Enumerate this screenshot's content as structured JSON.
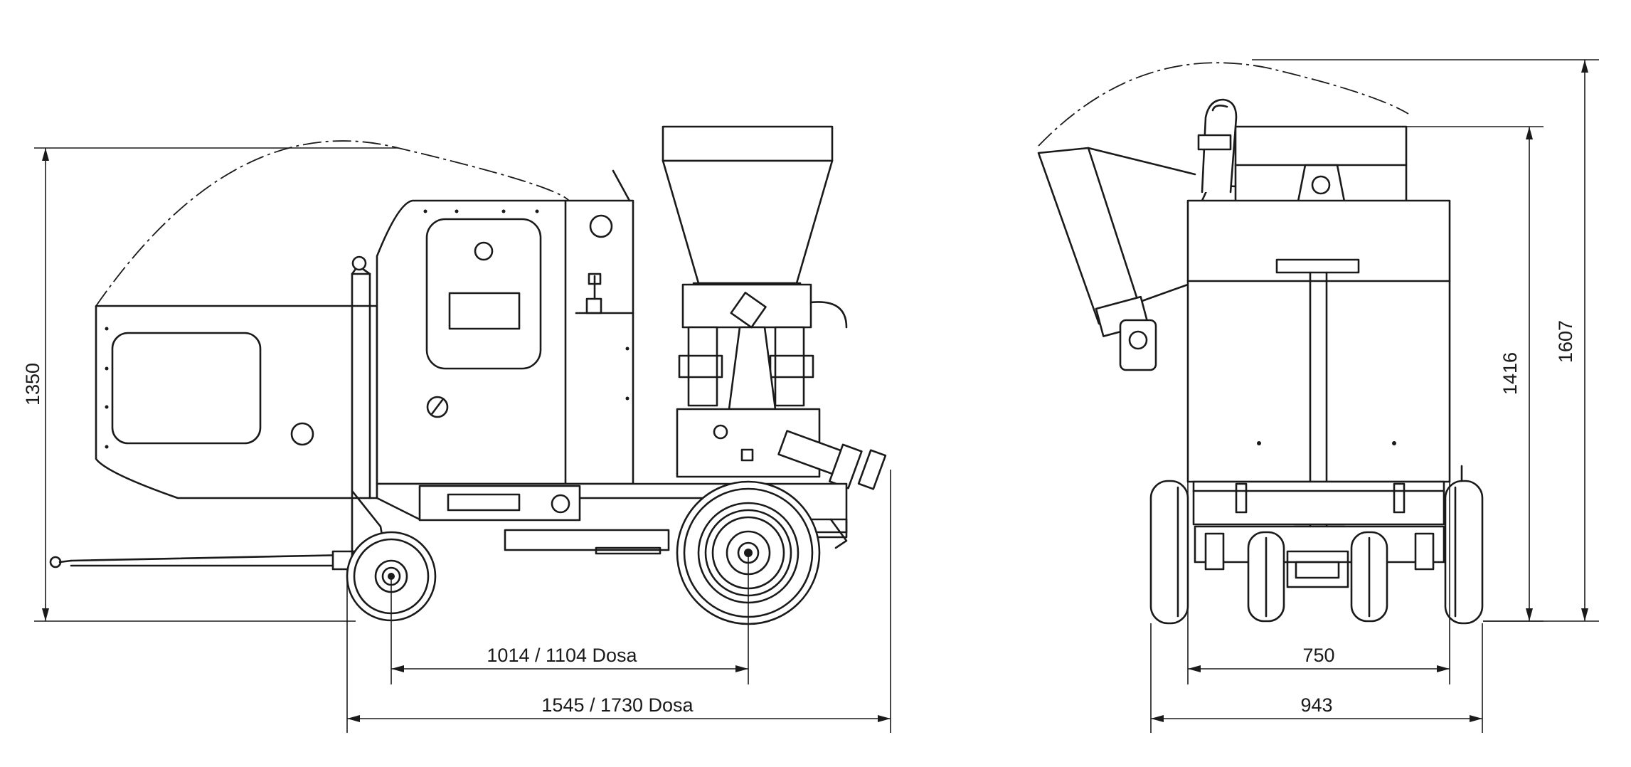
{
  "colors": {
    "line": "#1a1a1a",
    "background": "#ffffff"
  },
  "dimensions": {
    "side_height": "1350",
    "wheelbase": "1014 / 1104 Dosa",
    "overall_length": "1545 / 1730 Dosa",
    "rear_height_hopper": "1416",
    "rear_height_lid_open": "1607",
    "inner_width": "750",
    "overall_width": "943"
  }
}
